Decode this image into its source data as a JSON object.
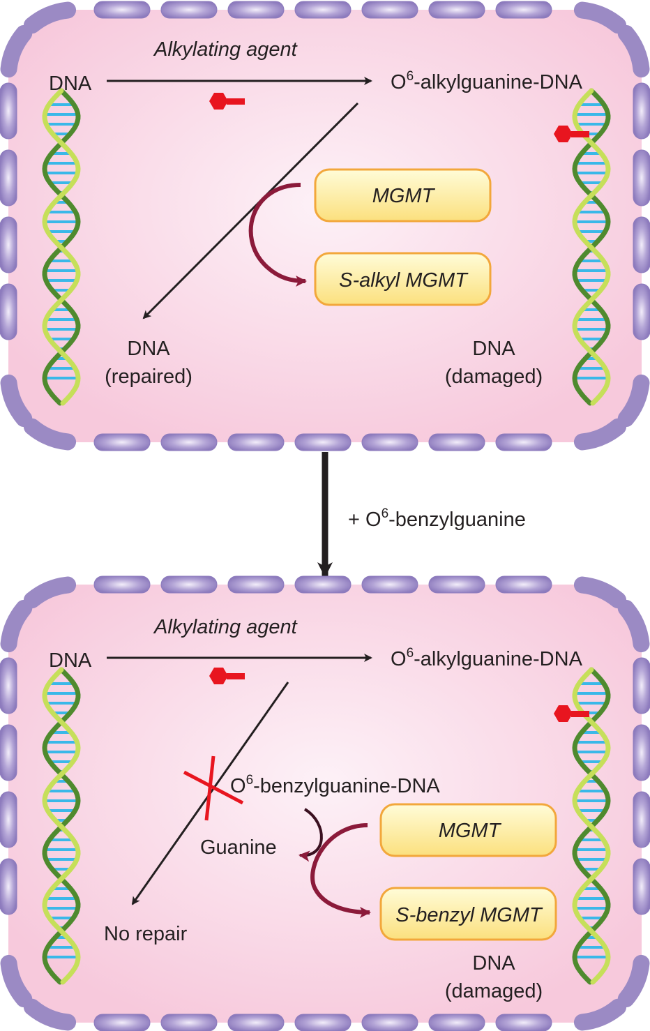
{
  "colors": {
    "cell_fill_edge": "#f7c6da",
    "cell_fill_center": "#fdf0f6",
    "membrane": "#9b8ac4",
    "membrane_highlight": "#ece6f6",
    "box_fill_top": "#fffbd0",
    "box_fill_bottom": "#fbe38a",
    "box_stroke": "#f2a73b",
    "curved_arrow": "#8b1a3a",
    "adduct_red": "#e8151f",
    "block_x": "#e8151f",
    "helix_light": "#c6df5a",
    "helix_dark": "#4f8a2e",
    "base_pair": "#3ab8e8",
    "text": "#231f20"
  },
  "top_panel": {
    "dna_label": "DNA",
    "agent_label": "Alkylating agent",
    "product_prefix": "O",
    "product_sup": "6",
    "product_suffix": "-alkylguanine-DNA",
    "enzyme_label": "MGMT",
    "enzyme_product_label": "S-alkyl MGMT",
    "repaired_line1": "DNA",
    "repaired_line2": "(repaired)",
    "damaged_line1": "DNA",
    "damaged_line2": "(damaged)"
  },
  "transition": {
    "prefix": "+ O",
    "sup": "6",
    "suffix": "-benzylguanine"
  },
  "bottom_panel": {
    "dna_label": "DNA",
    "agent_label": "Alkylating agent",
    "product_prefix": "O",
    "product_sup": "6",
    "product_suffix": "-alkylguanine-DNA",
    "inhibitor_prefix": "O",
    "inhibitor_sup": "6",
    "inhibitor_suffix": "-benzylguanine-DNA",
    "guanine_label": "Guanine",
    "enzyme_label": "MGMT",
    "enzyme_product_label": "S-benzyl MGMT",
    "no_repair_label": "No repair",
    "damaged_line1": "DNA",
    "damaged_line2": "(damaged)"
  }
}
